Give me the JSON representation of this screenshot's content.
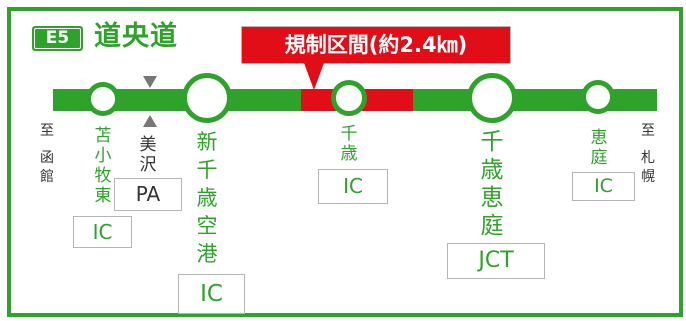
{
  "route": {
    "code": "E5",
    "name": "道央道"
  },
  "regulation": {
    "label": "規制区間(約2.4㎞)"
  },
  "directions": {
    "left": [
      "至",
      "函",
      "館"
    ],
    "right": [
      "至",
      "札",
      "幌"
    ]
  },
  "interchanges": [
    {
      "name_chars": [
        "苫",
        "小",
        "牧",
        "東"
      ],
      "type": "IC"
    },
    {
      "name_chars": [
        "美",
        "沢"
      ],
      "type": "PA"
    },
    {
      "name_chars": [
        "新",
        "千",
        "歳",
        "空",
        "港"
      ],
      "type": "IC"
    },
    {
      "name_chars": [
        "千",
        "歳"
      ],
      "type": "IC"
    },
    {
      "name_chars": [
        "千",
        "歳",
        "恵",
        "庭"
      ],
      "type": "JCT"
    },
    {
      "name_chars": [
        "恵",
        "庭"
      ],
      "type": "IC"
    }
  ],
  "colors": {
    "road": "#2ea32a",
    "regulation": "#e10d17",
    "frame": "#2ea32a"
  }
}
